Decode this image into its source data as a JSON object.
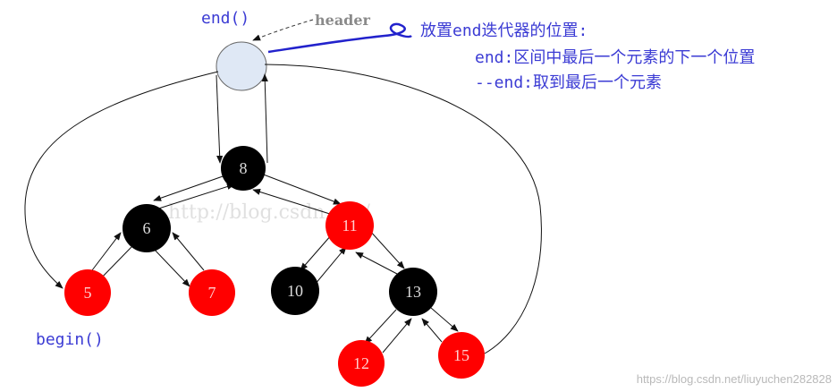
{
  "labels": {
    "end_fn": "end()",
    "begin_fn": "begin()",
    "header": "header",
    "note_line1": "放置end迭代器的位置:",
    "note_line2": "end:区间中最后一个元素的下一个位置",
    "note_line3": "--end:取到最后一个元素",
    "watermark": "http://blog.csdn.net/",
    "source": "https://blog.csdn.net/liuyuchen282828"
  },
  "colors": {
    "red_node": "#ff0000",
    "black_node": "#000000",
    "header_node": "#dfe8f5",
    "annotation_blue": "#3b3bd4"
  },
  "nodes": [
    {
      "id": "n8",
      "label": "8",
      "color": "black"
    },
    {
      "id": "n6",
      "label": "6",
      "color": "black"
    },
    {
      "id": "n11",
      "label": "11",
      "color": "red"
    },
    {
      "id": "n5",
      "label": "5",
      "color": "red"
    },
    {
      "id": "n7",
      "label": "7",
      "color": "red"
    },
    {
      "id": "n10",
      "label": "10",
      "color": "black"
    },
    {
      "id": "n13",
      "label": "13",
      "color": "black"
    },
    {
      "id": "n12",
      "label": "12",
      "color": "red"
    },
    {
      "id": "n15",
      "label": "15",
      "color": "red"
    }
  ]
}
